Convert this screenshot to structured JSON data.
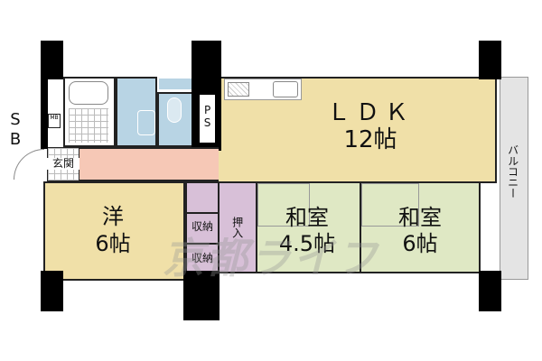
{
  "rooms": {
    "ldk": {
      "name": "ＬＤＫ",
      "size": "12帖"
    },
    "western": {
      "name": "洋",
      "size": "6帖"
    },
    "japanese1": {
      "name": "和室",
      "size": "4.5帖"
    },
    "japanese2": {
      "name": "和室",
      "size": "6帖"
    },
    "entrance": "玄関",
    "storage1": "収納",
    "storage2": "収納",
    "closet": "押入",
    "balcony": "バルコニー",
    "ps": "PS",
    "sb": "SB",
    "mb": "MB"
  },
  "colors": {
    "ldk": "#f0e0a8",
    "western": "#f0e0a8",
    "japanese": "#dfe8c4",
    "water": "#b8d4e4",
    "hall": "#f6c8b6",
    "storage": "#d8c0d8",
    "balcony": "#e4e4e4"
  },
  "watermark": "京都ライフ"
}
